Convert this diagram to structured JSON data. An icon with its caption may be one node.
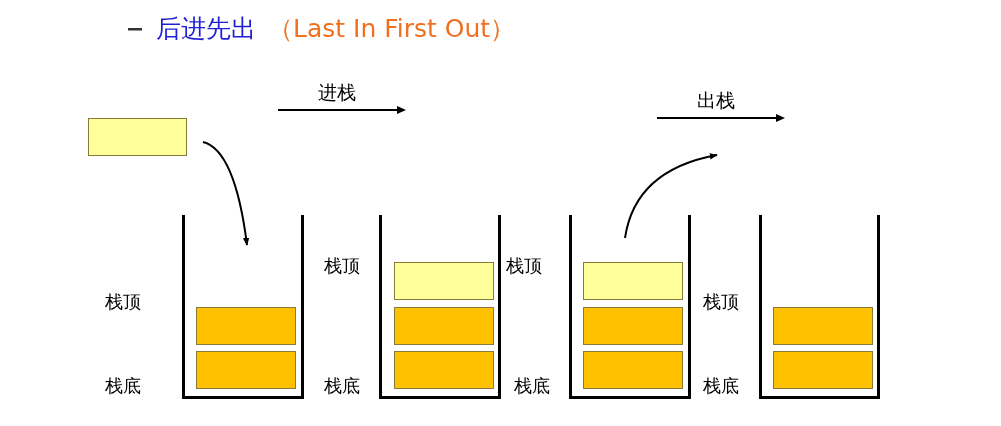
{
  "diagram": {
    "title": "后进先出",
    "nodes": [
      {
        "text": [],
        "shape": "box"
      },
      {
        "text": [],
        "shape": "container"
      },
      {
        "text": [],
        "shape": "box",
        "in": 1
      },
      {
        "text": [],
        "shape": "box",
        "in": 1
      },
      {
        "text": [],
        "shape": "container"
      },
      {
        "text": [],
        "shape": "box",
        "in": 4
      },
      {
        "text": [],
        "shape": "box",
        "in": 4
      },
      {
        "text": [],
        "shape": "box",
        "in": 4
      },
      {
        "text": [],
        "shape": "container"
      },
      {
        "text": [],
        "shape": "box",
        "in": 8
      },
      {
        "text": [],
        "shape": "box",
        "in": 8
      },
      {
        "text": [],
        "shape": "box",
        "in": 8
      },
      {
        "text": [],
        "shape": "container"
      },
      {
        "text": [],
        "shape": "box",
        "in": 12
      },
      {
        "text": [],
        "shape": "box",
        "in": 12
      }
    ],
    "edges": [
      {
        "from": 0,
        "to": 1,
        "arrow": "to"
      },
      {
        "from": 8,
        "to": null,
        "arrow": "to"
      }
    ],
    "labels": [
      "（Last In First Out）",
      "进栈",
      "出栈",
      "栈顶",
      "栈顶",
      "栈顶",
      "栈顶",
      "栈底",
      "栈底",
      "栈底",
      "栈底"
    ]
  }
}
